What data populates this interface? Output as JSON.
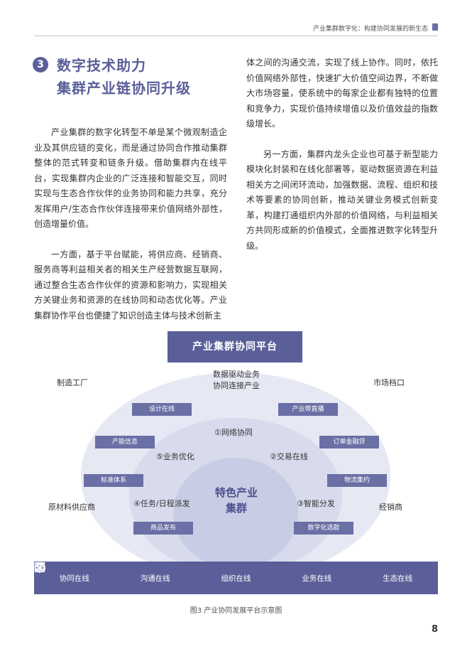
{
  "header": {
    "text": "产业集群数字化：构建协同发展的新生态"
  },
  "section": {
    "number": "3",
    "title_line1": "数字技术助力",
    "title_line2": "集群产业链协同升级"
  },
  "left_column": {
    "p1": "产业集群的数字化转型不单是某个微观制造企业及其供应链的变化，而是通过协同合作推动集群整体的范式转变和链条升级。借助集群内在线平台，实现集群内企业的广泛连接和智能交互，同时实现与生态合作伙伴的业务协同和能力共享，充分发挥用户/生态合作伙伴连接带来价值网络外部性，创造增量价值。",
    "p2": "一方面，基于平台赋能，将供应商、经销商、服务商等利益相关者的相关生产经营数据互联网，通过整合生态合作伙伴的资源和影响力，实现相关方关键业务和资源的在线协同和动态优化等。产业集群协作平台也便捷了知识创造主体与技术创新主"
  },
  "right_column": {
    "p1_cont": "体之间的沟通交流，实现了线上协作。同时，依托价值网络外部性，快速扩大价值空间边界，不断做大市场容量，使系统中的每家企业都有独特的位置和竞争力，实现价值持续增值以及价值效益的指数级增长。",
    "p2": "另一方面，集群内龙头企业也可基于新型能力模块化封装和在线化部署等，驱动数据资源在利益相关方之间闭环流动，加强数据、流程、组织和技术等要素的协同创新，推动关键业务模式创新变革，构建打通组织内外部的价值网络，与利益相关方共同形成新的价值模式，全面推进数字化转型升级。"
  },
  "diagram": {
    "platform_title": "产业集群协同平台",
    "data_driven_1": "数据驱动业务",
    "data_driven_2": "协同连接产业",
    "outer_labels": {
      "manufacturing": "制造工厂",
      "market": "市场档口",
      "raw_material": "原材料供应商",
      "dealer": "经销商"
    },
    "boxes": {
      "design": "设计在线",
      "live": "产业带直播",
      "capacity": "产能信息",
      "order_finance": "订单金融贷",
      "standard": "标准体系",
      "logistics": "物流集约",
      "product": "商品发布",
      "selection": "数字化选款"
    },
    "inner_labels": {
      "network": "①网络协同",
      "trade": "②交易在线",
      "dispatch": "③智能分发",
      "task": "④任务/日程派发",
      "optimize": "⑤业务优化"
    },
    "center_line1": "特色产业",
    "center_line2": "集群",
    "bottom_items": [
      {
        "label": "协同在线",
        "icon": "people-icon"
      },
      {
        "label": "沟通在线",
        "icon": "chat-icon"
      },
      {
        "label": "组织在线",
        "icon": "org-icon"
      },
      {
        "label": "业务在线",
        "icon": "box-icon"
      },
      {
        "label": "生态在线",
        "icon": "cloud-icon"
      }
    ],
    "caption": "图3 产业协同发展平台示意图"
  },
  "page_number": "8",
  "colors": {
    "accent": "#5a5f99",
    "box": "#6a6fa5",
    "ellipse_outer": "#e4e6f2",
    "ellipse_mid": "#d6d9eb",
    "ellipse_inner": "#c5c9e3"
  }
}
